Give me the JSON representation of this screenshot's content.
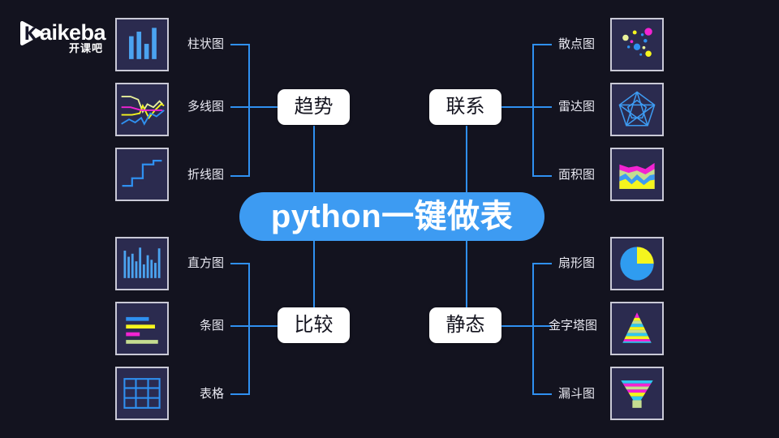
{
  "brand": {
    "name": "aikeba",
    "name_full": "kaikeba",
    "subtitle": "开课吧",
    "mark": "play-k-logo-icon"
  },
  "center": {
    "label": "python一键做表",
    "color": "#3d9bf2",
    "text_color": "#ffffff"
  },
  "theme": {
    "background": "#13131f",
    "wire": "#2f90f0",
    "thumb_fill": "#2b2b4f",
    "thumb_border": "#c9c9d6",
    "label_color": "#e9e9f2",
    "branch_bg": "#ffffff",
    "branch_text": "#14141f",
    "accent_blue": "#4ba3f0",
    "accent_yellow": "#f5f51e",
    "accent_magenta": "#f223d2",
    "accent_green": "#c5dd90",
    "accent_cyan": "#30c8f0"
  },
  "branches": [
    {
      "id": "trend",
      "label": "趋势",
      "side": "left",
      "position": "top",
      "leaves": [
        {
          "label": "柱状图",
          "icon": "bar-chart-icon"
        },
        {
          "label": "多线图",
          "icon": "multi-line-chart-icon"
        },
        {
          "label": "折线图",
          "icon": "step-line-chart-icon"
        }
      ]
    },
    {
      "id": "relation",
      "label": "联系",
      "side": "right",
      "position": "top",
      "leaves": [
        {
          "label": "散点图",
          "icon": "scatter-chart-icon"
        },
        {
          "label": "雷达图",
          "icon": "radar-chart-icon"
        },
        {
          "label": "面积图",
          "icon": "area-chart-icon"
        }
      ]
    },
    {
      "id": "compare",
      "label": "比较",
      "side": "left",
      "position": "bottom",
      "leaves": [
        {
          "label": "直方图",
          "icon": "histogram-chart-icon"
        },
        {
          "label": "条图",
          "icon": "horizontal-bar-chart-icon"
        },
        {
          "label": "表格",
          "icon": "table-grid-icon"
        }
      ]
    },
    {
      "id": "static",
      "label": "静态",
      "side": "right",
      "position": "bottom",
      "leaves": [
        {
          "label": "扇形图",
          "icon": "pie-chart-icon"
        },
        {
          "label": "金字塔图",
          "icon": "pyramid-chart-icon"
        },
        {
          "label": "漏斗图",
          "icon": "funnel-chart-icon"
        }
      ]
    }
  ]
}
